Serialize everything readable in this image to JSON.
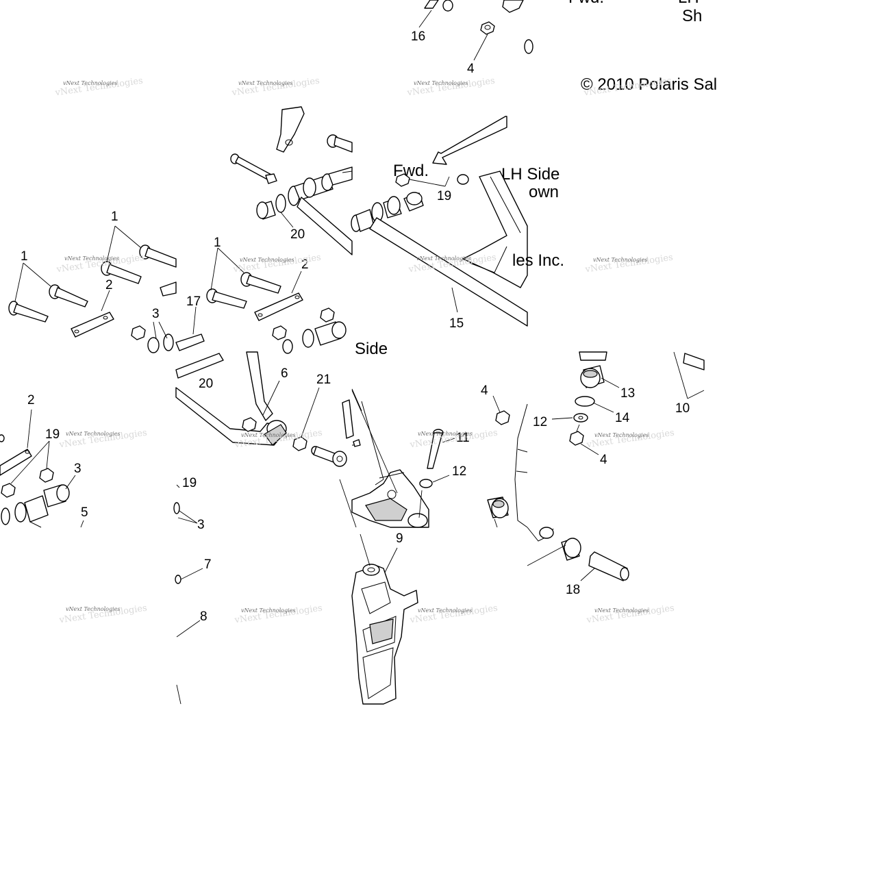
{
  "diagram": {
    "copyright": "© 2010 Polaris Sal",
    "copyright_tail": "les Inc.",
    "fwd_top": "Fwd.",
    "fwd_mid": "Fwd.",
    "lh_top": "LH",
    "shown_top": "Sh",
    "lh_mid": "LH Side",
    "shown_mid": "own",
    "side_left": "Side",
    "watermark": "vNext Technologies",
    "callouts": [
      "16",
      "4",
      "20",
      "19",
      "15",
      "1",
      "1",
      "2",
      "1",
      "2",
      "17",
      "3",
      "20",
      "6",
      "21",
      "4",
      "13",
      "12",
      "14",
      "10",
      "4",
      "2",
      "19",
      "3",
      "5",
      "11",
      "12",
      "9",
      "18",
      "19",
      "3",
      "7",
      "8"
    ]
  }
}
